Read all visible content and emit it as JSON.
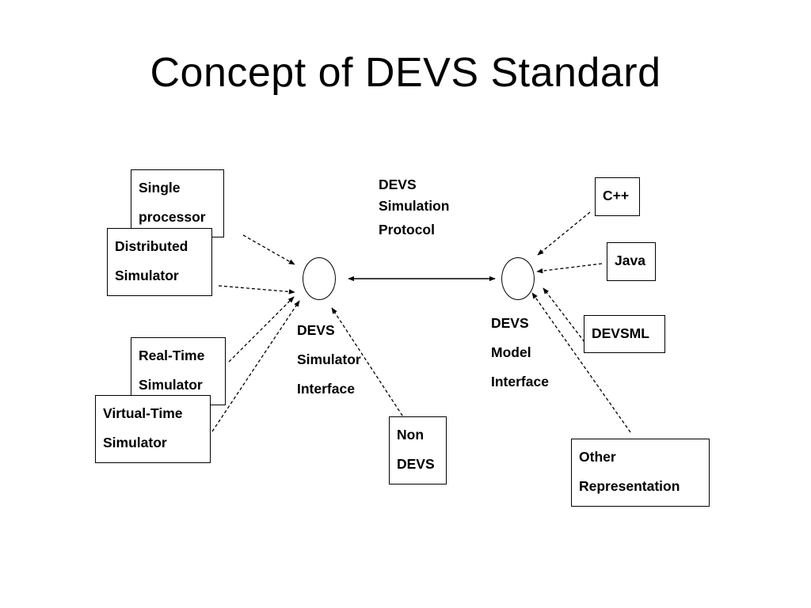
{
  "title": "Concept of DEVS Standard",
  "protocol": {
    "lines": [
      "DEVS",
      "Simulation",
      "Protocol"
    ]
  },
  "simulator_interface": {
    "lines": [
      "DEVS",
      "Simulator",
      "Interface"
    ]
  },
  "model_interface": {
    "lines": [
      "DEVS",
      "Model",
      "Interface"
    ]
  },
  "simulators": {
    "single_processor": [
      "Single",
      "processor"
    ],
    "distributed": [
      "Distributed",
      "Simulator"
    ],
    "real_time": [
      "Real-Time",
      "Simulator"
    ],
    "virtual_time": [
      "Virtual-Time",
      "Simulator"
    ]
  },
  "non_devs": [
    "Non",
    "DEVS"
  ],
  "representations": {
    "cpp": "C++",
    "java": "Java",
    "devsml": "DEVSML",
    "other": [
      "Other",
      "Representation"
    ]
  },
  "colors": {
    "line": "#000000",
    "background": "#ffffff"
  }
}
